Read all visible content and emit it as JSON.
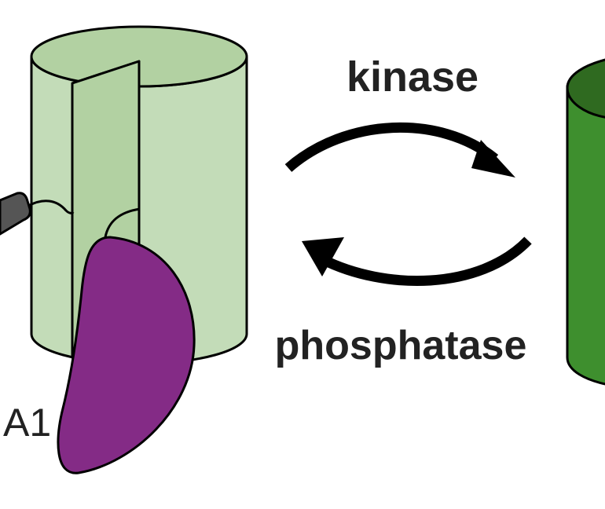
{
  "labels": {
    "kinase": "kinase",
    "phosphatase": "phosphatase",
    "protein_label": "A1"
  },
  "colors": {
    "cylinder_light_fill": "#c3dcb8",
    "cylinder_light_top": "#b2d1a2",
    "panel_fill": "#b2d1a2",
    "cylinder_dark_fill": "#3e8f2e",
    "cylinder_dark_top": "#2f6a20",
    "protein_fill": "#842b86",
    "tether_fill": "#555555",
    "stroke": "#000000"
  }
}
